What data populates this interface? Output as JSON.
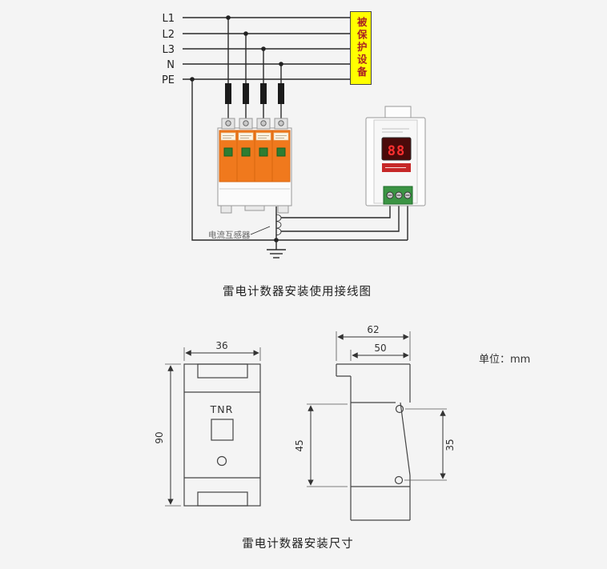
{
  "colors": {
    "background": "#f4f4f4",
    "wire": "#2a2a2a",
    "protected_box_bg": "#ffff00",
    "protected_box_text": "#aa2222",
    "spd_orange": "#f0791d",
    "indicator_green": "#2e7d32",
    "display_bg": "#4a0a0a",
    "display_digits": "#ff3030",
    "terminal_green": "#3b9444"
  },
  "wiring_diagram": {
    "bus_labels": [
      "L1",
      "L2",
      "L3",
      "N",
      "PE"
    ],
    "protected_equipment_label": "被保护设备",
    "current_transformer_label": "电流互感器",
    "counter_display_value": "88",
    "caption": "雷电计数器安装使用接线图"
  },
  "dimension_drawing": {
    "front_view": {
      "width_mm": "36",
      "height_mm": "90",
      "device_label": "TNR"
    },
    "side_view": {
      "overall_depth_mm": "62",
      "body_depth_mm": "50",
      "recess_height_mm": "45",
      "clip_span_mm": "35"
    },
    "unit_label": "单位：mm",
    "caption": "雷电计数器安装尺寸"
  }
}
